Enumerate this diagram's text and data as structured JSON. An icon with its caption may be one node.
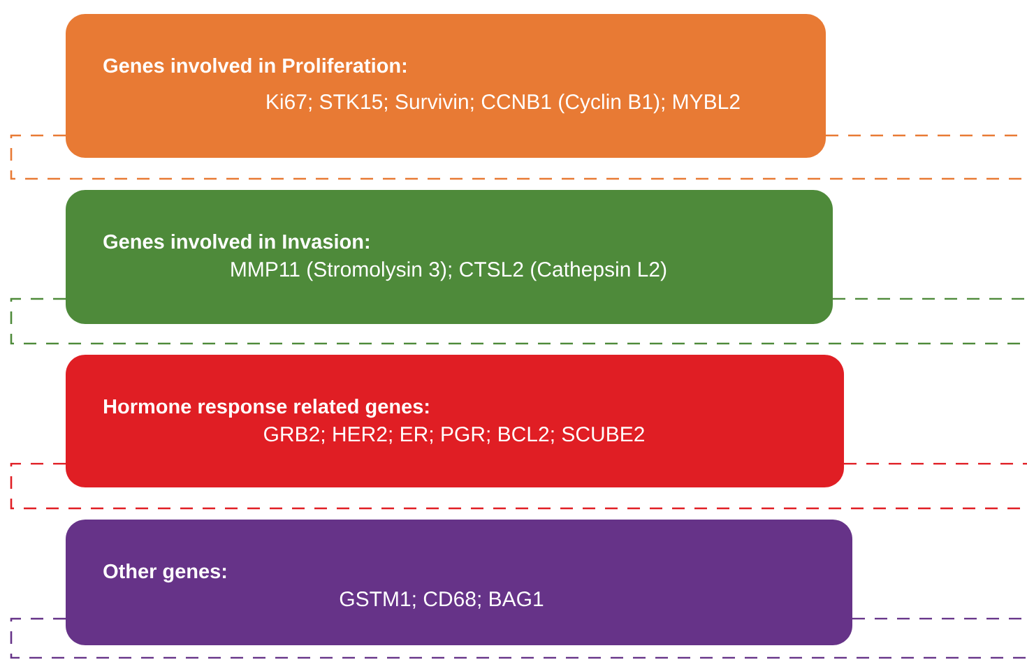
{
  "diagram": {
    "nodes": [
      {
        "text": [
          "Genes involved in Proliferation:",
          "Ki67; STK15; Survivin; CCNB1 (Cyclin B1); MYBL2"
        ]
      },
      {
        "text": [
          "Genes involved in Invasion:",
          "MMP11 (Stromolysin 3); CTSL2 (Cathepsin L2)"
        ]
      },
      {
        "text": [
          "Hormone response related genes:",
          "GRB2; HER2; ER; PGR; BCL2; SCUBE2"
        ]
      },
      {
        "text": [
          "Other genes:",
          "GSTM1; CD68; BAG1"
        ]
      }
    ]
  }
}
